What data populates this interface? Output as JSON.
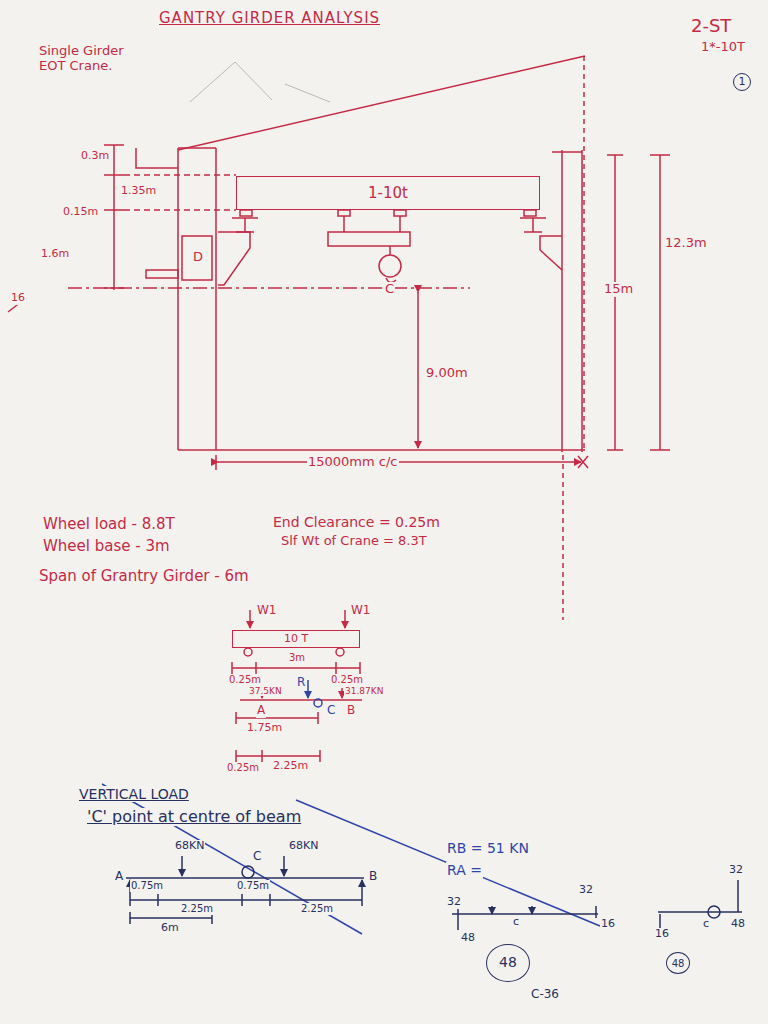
{
  "diagram": {
    "title": "GANTRY GIRDER ANALYSIS",
    "nodes": [
      {
        "text": [
          "1"
        ]
      },
      {
        "text": [
          "1-10t"
        ]
      },
      {
        "text": [
          "10 T"
        ]
      },
      {
        "text": [
          "48"
        ]
      },
      {
        "text": [
          "48"
        ]
      }
    ],
    "labels": [
      "Single Girder EOT Crane.",
      "2-ST",
      "1*-10T",
      "0.3m",
      "1.35m",
      "0.15m",
      "1.6m",
      "D",
      "C",
      "16",
      "12.3m",
      "15m",
      "9.00m",
      "15000mm c/c",
      "Wheel load - 8.8T",
      "Wheel base - 3m",
      "Span of Grantry Girder - 6m",
      "End Clearance = 0.25m",
      "Slf Wt of Crane = 8.3T",
      "W1",
      "W1",
      "0.25m",
      "3m",
      "0.25m",
      "37.5KN",
      "R",
      "31.87KN",
      "A",
      "C",
      "B",
      "1.75m",
      "0.25m",
      "2.25m",
      "VERTICAL LOAD",
      "'C' point at centre of beam",
      "68KN",
      "68KN",
      "C",
      "A",
      "B",
      "0.75m",
      "2.25m",
      "0.75m",
      "2.25m",
      "6m",
      "RB = 51 KN",
      "RA =",
      "32",
      "32",
      "48",
      "16",
      "c",
      "C-36",
      "32",
      "16",
      "c",
      "48"
    ]
  }
}
